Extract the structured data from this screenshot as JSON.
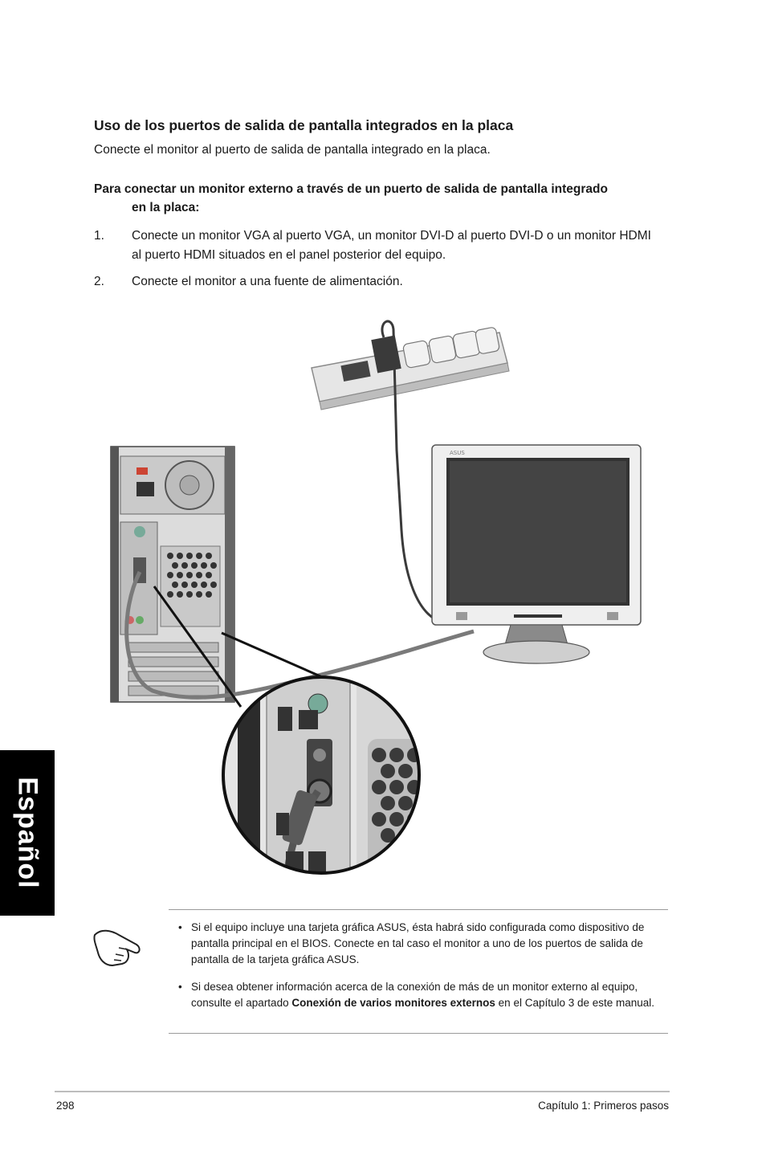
{
  "section": {
    "title": "Uso de los puertos de salida de pantalla integrados en la placa",
    "intro": "Conecte el monitor al puerto de salida de pantalla integrado en la placa."
  },
  "procedure": {
    "title_line1": "Para conectar un monitor externo a través de un puerto de salida de pantalla integrado",
    "title_line2": "en la placa:",
    "steps": [
      {
        "num": "1.",
        "text": "Conecte un monitor VGA al puerto VGA, un monitor DVI-D al puerto DVI-D o un monitor HDMI al puerto HDMI situados en el panel posterior del equipo."
      },
      {
        "num": "2.",
        "text": "Conecte el monitor a una fuente de alimentación."
      }
    ]
  },
  "illustration": {
    "monitor_brand": "ASUS"
  },
  "side_tab": {
    "label": "Español"
  },
  "notes": {
    "bullet": "•",
    "item1": "Si el equipo incluye una tarjeta gráfica ASUS, ésta habrá sido configurada como dispositivo de pantalla principal en el BIOS. Conecte en tal caso el monitor a uno de los puertos de salida de pantalla de la tarjeta gráfica ASUS.",
    "item2_before": "Si desea obtener información acerca de la conexión de más de un monitor externo al equipo, consulte el apartado ",
    "item2_bold": "Conexión de varios monitores externos",
    "item2_after": " en el Capítulo 3 de este manual."
  },
  "footer": {
    "page_number": "298",
    "chapter": "Capítulo 1: Primeros pasos"
  }
}
